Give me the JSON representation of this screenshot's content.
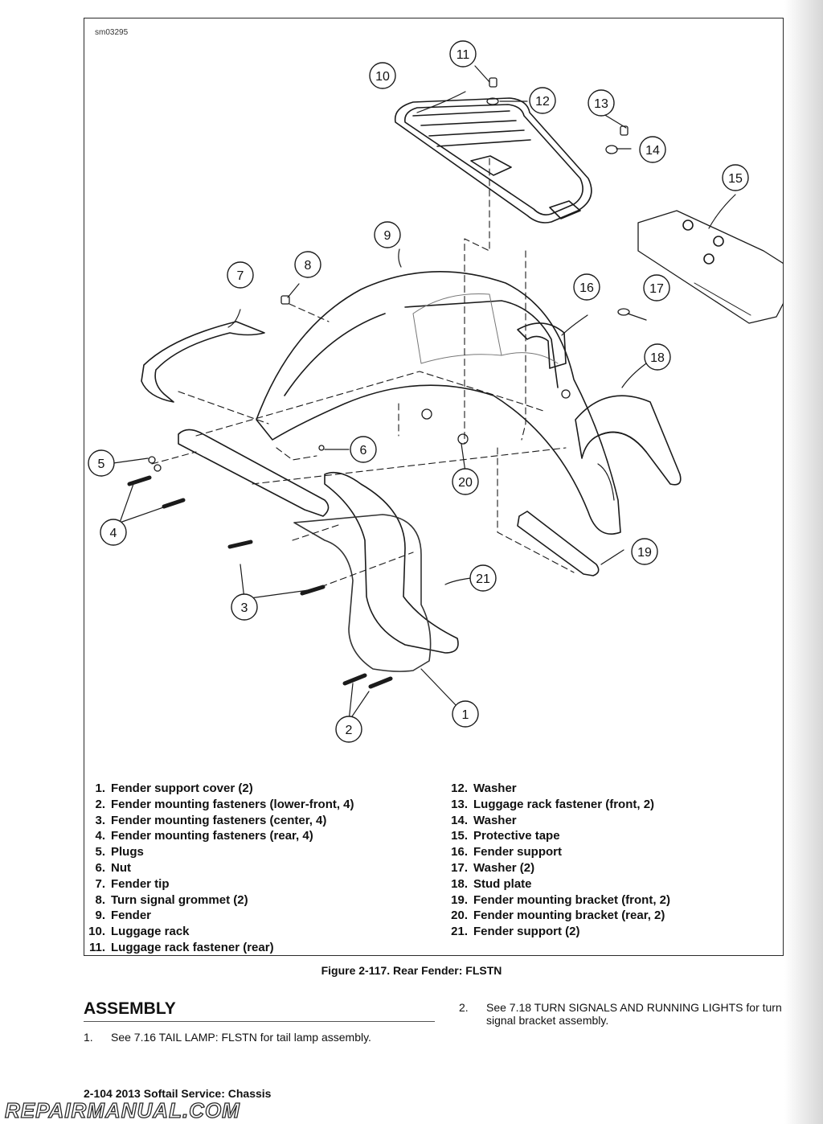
{
  "figure_code": "sm03295",
  "callouts": [
    "1",
    "2",
    "3",
    "4",
    "5",
    "6",
    "7",
    "8",
    "9",
    "10",
    "11",
    "12",
    "13",
    "14",
    "15",
    "16",
    "17",
    "18",
    "19",
    "20",
    "21"
  ],
  "legend_left": [
    {
      "num": "1.",
      "text": "Fender support cover (2)"
    },
    {
      "num": "2.",
      "text": "Fender mounting fasteners (lower-front, 4)"
    },
    {
      "num": "3.",
      "text": "Fender mounting fasteners (center, 4)"
    },
    {
      "num": "4.",
      "text": "Fender mounting fasteners (rear, 4)"
    },
    {
      "num": "5.",
      "text": "Plugs"
    },
    {
      "num": "6.",
      "text": "Nut"
    },
    {
      "num": "7.",
      "text": "Fender tip"
    },
    {
      "num": "8.",
      "text": "Turn signal grommet (2)"
    },
    {
      "num": "9.",
      "text": "Fender"
    },
    {
      "num": "10.",
      "text": "Luggage rack"
    },
    {
      "num": "11.",
      "text": "Luggage rack fastener (rear)"
    }
  ],
  "legend_right": [
    {
      "num": "12.",
      "text": "Washer"
    },
    {
      "num": "13.",
      "text": "Luggage rack fastener (front, 2)"
    },
    {
      "num": "14.",
      "text": "Washer"
    },
    {
      "num": "15.",
      "text": "Protective tape"
    },
    {
      "num": "16.",
      "text": "Fender support"
    },
    {
      "num": "17.",
      "text": "Washer (2)"
    },
    {
      "num": "18.",
      "text": "Stud plate"
    },
    {
      "num": "19.",
      "text": "Fender mounting bracket (front, 2)"
    },
    {
      "num": "20.",
      "text": "Fender mounting bracket (rear, 2)"
    },
    {
      "num": "21.",
      "text": "Fender support (2)"
    }
  ],
  "caption": "Figure 2-117. Rear Fender: FLSTN",
  "section_title": "ASSEMBLY",
  "steps": [
    {
      "num": "1.",
      "text": "See 7.16 TAIL LAMP: FLSTN for tail lamp assembly."
    },
    {
      "num": "2.",
      "text": "See 7.18 TURN SIGNALS AND RUNNING LIGHTS for turn signal bracket assembly."
    }
  ],
  "footer": "2-104  2013 Softail Service:  Chassis",
  "watermark": "REPAIRMANUAL.COM"
}
